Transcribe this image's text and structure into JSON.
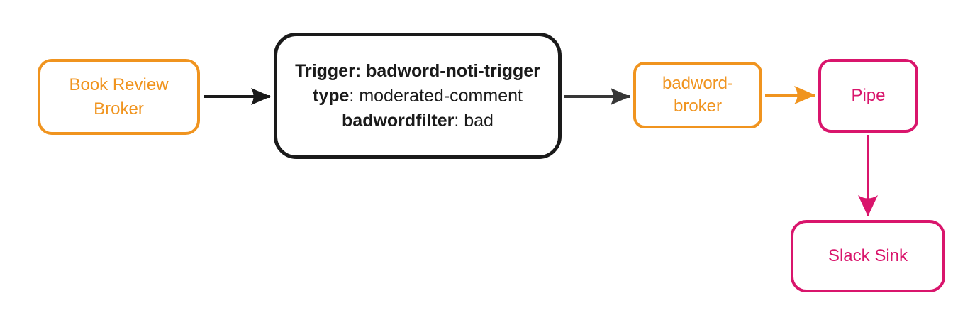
{
  "colors": {
    "background": "#FFFFFF",
    "orange": "#F0941F",
    "pink": "#D9156C",
    "black": "#1A1A1A",
    "arrow_black": "#1A1A1A",
    "arrow_gray": "#373737"
  },
  "nodes": {
    "book_review_broker": {
      "label": "Book Review Broker"
    },
    "trigger": {
      "line1": "Trigger: badword-noti-trigger",
      "line2_key": "type",
      "line2_value": ": moderated-comment",
      "line3_key": "badwordfilter",
      "line3_value": ": bad"
    },
    "badword_broker": {
      "label": "badword-broker"
    },
    "pipe": {
      "label": "Pipe"
    },
    "slack_sink": {
      "label": "Slack Sink"
    }
  },
  "edges": [
    {
      "from": "book-review-broker",
      "to": "trigger",
      "color": "#1A1A1A"
    },
    {
      "from": "trigger",
      "to": "badword-broker",
      "color": "#373737"
    },
    {
      "from": "badword-broker",
      "to": "pipe",
      "color": "#F0941F"
    },
    {
      "from": "pipe",
      "to": "slack-sink",
      "color": "#D9156C"
    }
  ]
}
